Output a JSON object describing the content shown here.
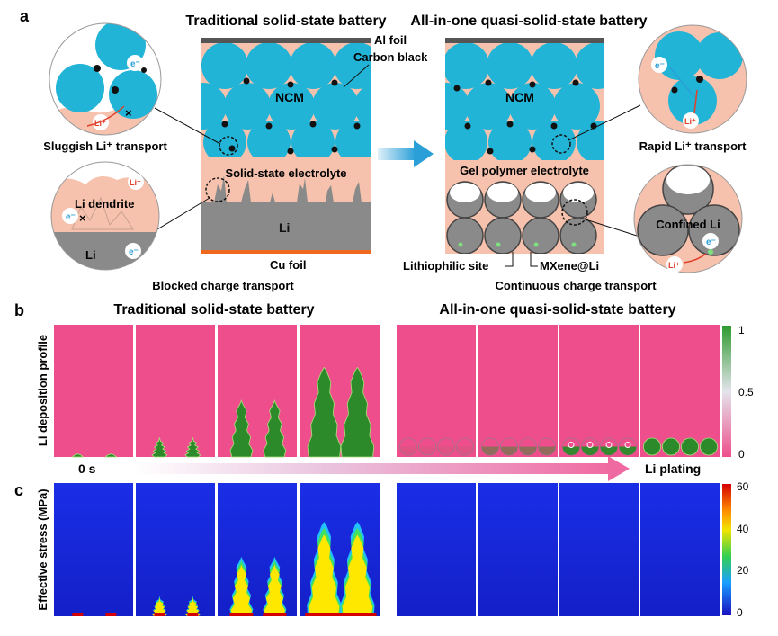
{
  "panel_a": {
    "letter": "a",
    "title_left": "Traditional solid-state battery",
    "title_right": "All-in-one quasi-solid-state battery",
    "al_foil": "Al foil",
    "carbon_black": "Carbon black",
    "ncm": "NCM",
    "solid_electrolyte": "Solid-state electrolyte",
    "gel_electrolyte": "Gel polymer electrolyte",
    "li": "Li",
    "cu_foil": "Cu foil",
    "lithiophilic": "Lithiophilic site",
    "mxene": "MXene@Li",
    "sluggish": "Sluggish Li⁺ transport",
    "rapid": "Rapid Li⁺ transport",
    "li_dendrite": "Li dendrite",
    "confined_li": "Confined Li",
    "blocked": "Blocked charge transport",
    "continuous": "Continuous charge transport",
    "electron": "e⁻",
    "li_ion": "Li⁺",
    "blocked_mark": "×"
  },
  "panel_b": {
    "letter": "b",
    "title_left": "Traditional solid-state battery",
    "title_right": "All-in-one quasi-solid-state battery",
    "ylabel": "Li deposition profile",
    "colorbar_ticks": [
      "1",
      "0.5",
      "0"
    ],
    "start_label": "0 s",
    "end_label": "Li plating"
  },
  "panel_c": {
    "letter": "c",
    "ylabel": "Effective stress (MPa)",
    "colorbar_ticks": [
      "60",
      "40",
      "20",
      "0"
    ]
  },
  "colors": {
    "ncm": "#21b4d6",
    "electrolyte": "#f6c2ad",
    "li_metal": "#8a8a8a",
    "cu_foil": "#f0681e",
    "pink_bg": "#ee4f8c",
    "dendrite_green": "#2d8a2a",
    "stress_blue": "#1420d8",
    "arrow": "#2a9fd8"
  },
  "series": {
    "dendrite_stage_heights": [
      0.03,
      0.12,
      0.4,
      0.65
    ],
    "confined_fill_stage": [
      0.05,
      0.3,
      0.6,
      0.95
    ]
  }
}
